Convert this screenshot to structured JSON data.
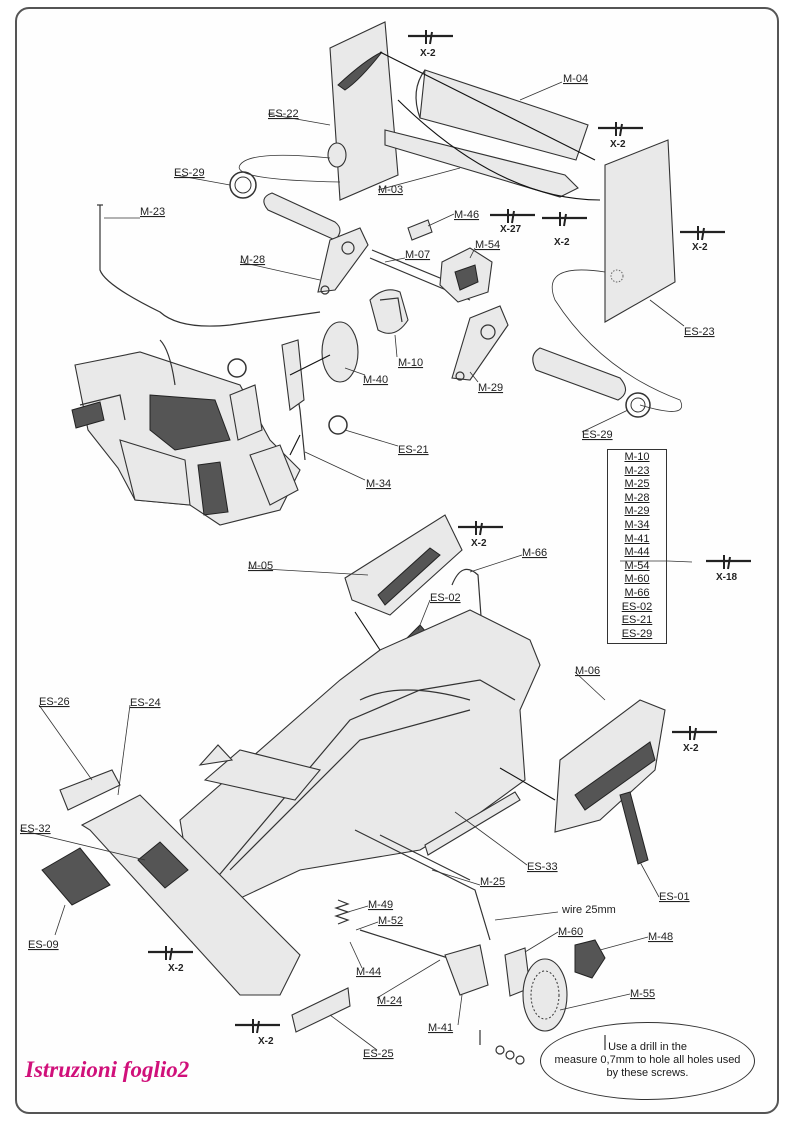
{
  "title": "Istruzioni foglio2",
  "note": {
    "line1": "Use a drill in the",
    "line2": "measure 0,7mm to hole all holes used",
    "line3": "by these screws."
  },
  "legend": {
    "items": [
      "M-10",
      "M-23",
      "M-25",
      "M-28",
      "M-29",
      "M-34",
      "M-41",
      "M-44",
      "M-54",
      "M-60",
      "M-66",
      "ES-02",
      "ES-21",
      "ES-29"
    ],
    "tool": "X-18"
  },
  "labels": {
    "m04": "M-04",
    "es22": "ES-22",
    "m03": "M-03",
    "es29a": "ES-29",
    "m23": "M-23",
    "m46": "M-46",
    "m54": "M-54",
    "m07": "M-07",
    "m28": "M-28",
    "m10": "M-10",
    "m40": "M-40",
    "m29": "M-29",
    "es23": "ES-23",
    "es21": "ES-21",
    "m34": "M-34",
    "es29b": "ES-29",
    "m05": "M-05",
    "m66": "M-66",
    "es02": "ES-02",
    "m06": "M-06",
    "es26": "ES-26",
    "es24": "ES-24",
    "es32": "ES-32",
    "es33": "ES-33",
    "m25": "M-25",
    "wire": "wire 25mm",
    "es01": "ES-01",
    "m49": "M-49",
    "m52": "M-52",
    "m60": "M-60",
    "m48": "M-48",
    "es09": "ES-09",
    "m44": "M-44",
    "m24": "M-24",
    "m55": "M-55",
    "m41": "M-41",
    "es25": "ES-25"
  },
  "tools": {
    "t1": "X-2",
    "t2": "X-2",
    "t3": "X-27",
    "t4": "X-2",
    "t5": "X-2",
    "t6": "X-2",
    "t7": "X-2",
    "t8": "X-2",
    "t9": "X-2"
  }
}
